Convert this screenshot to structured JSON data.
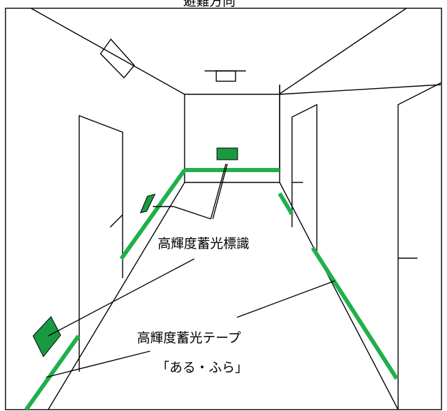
{
  "diagram": {
    "top_text": "避難方向",
    "labels": {
      "sign": "高輝度蓄光標識",
      "tape_line1": "高輝度蓄光テープ",
      "tape_line2": "「ある・ふら」"
    },
    "colors": {
      "tape": "#20b04b",
      "sign": "#1a9a40",
      "line": "#000000",
      "background": "#ffffff"
    }
  }
}
